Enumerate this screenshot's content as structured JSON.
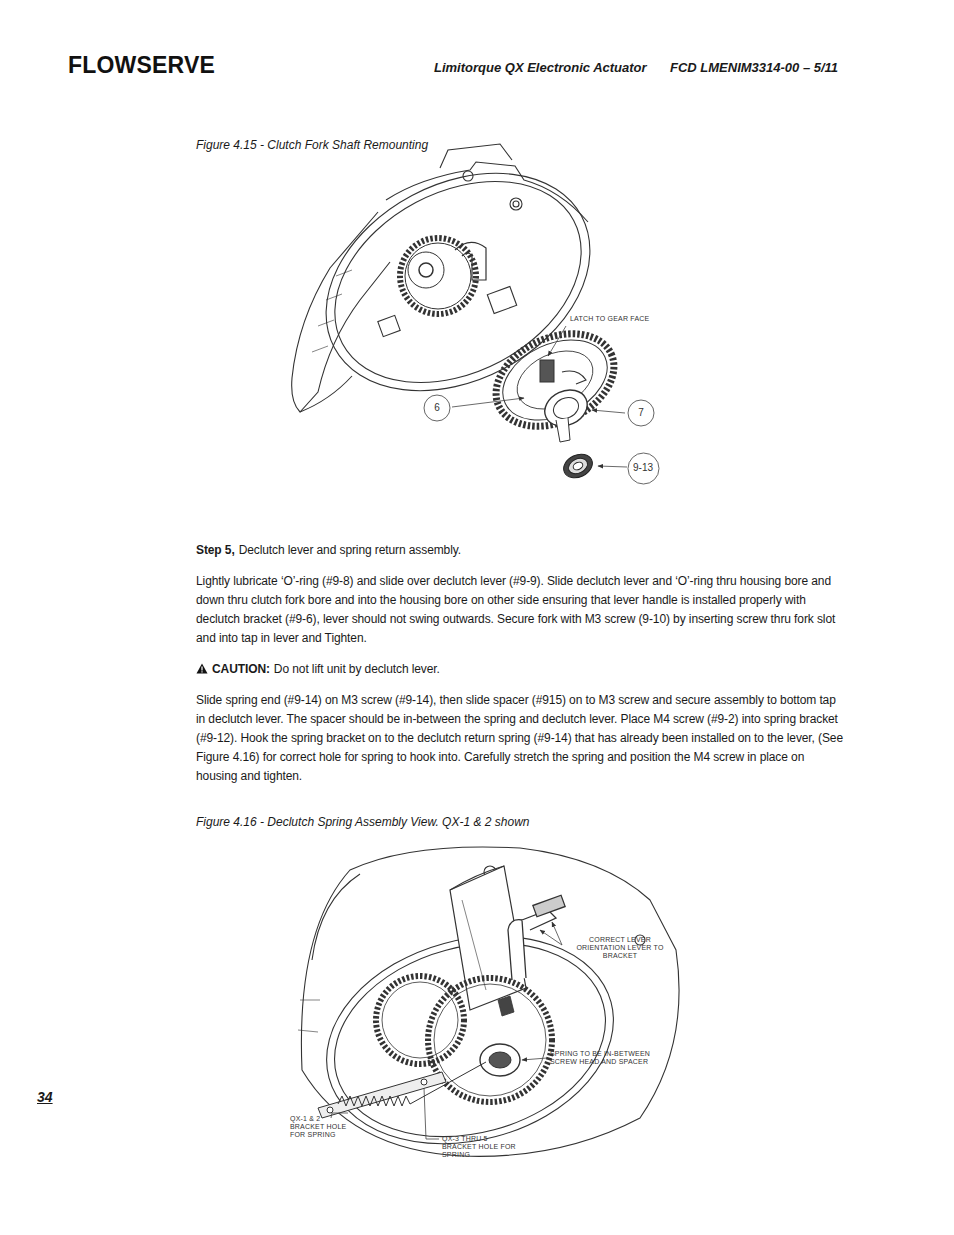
{
  "diagram": {
    "nodes": [
      {
        "text": [
          "6"
        ]
      },
      {
        "text": [
          "7"
        ]
      },
      {
        "text": [
          "9-13"
        ]
      }
    ],
    "labels": [
      "FLOWSERVE",
      "Limitorque QX Electronic Actuator",
      "FCD LMENIM3314-00 – 5/11",
      "Figure 4.15 - Clutch Fork Shaft Remounting",
      "LATCH TO GEAR FACE",
      "Step 5,",
      "Declutch lever and spring return assembly.",
      "Lightly lubricate ‘O’-ring (#9-8) and slide over declutch lever (#9-9). Slide declutch lever and ‘O’-ring thru housing bore and down thru clutch fork bore and into the housing bore on other side ensuring that lever handle is installed properly with declutch bracket (#9-6), lever should not swing outwards. Secure fork with M3 screw (9-10) by inserting screw thru fork slot and into tap in lever and Tighten.",
      "CAUTION:",
      "Do not lift unit by declutch lever.",
      "Slide spring end (#9-14) on M3 screw (#9-14), then slide spacer (#915) on to M3 screw and secure assembly to bottom tap in declutch lever. The spacer should be in-between the spring and declutch lever. Place M4 screw (#9-2) into spring bracket (#9-12). Hook the spring bracket on to the declutch return spring (#9-14) that has already been installed on to the lever, (See Figure 4.16) for correct hole for spring to hook into. Carefully stretch the spring and position the M4 screw in place on housing and tighten.",
      "Figure 4.16 - Declutch Spring Assembly View. QX-1 & 2 shown",
      "CORRECT LEVER ORIENTATION LEVER TO BRACKET",
      "SPRING TO BE IN-BETWEEN SCREW HEAD AND SPACER",
      "QX-1 & 2 BRACKET HOLE FOR SPRING",
      "QX-3 THRU 5 BRACKET HOLE FOR SPRING",
      "34"
    ]
  }
}
